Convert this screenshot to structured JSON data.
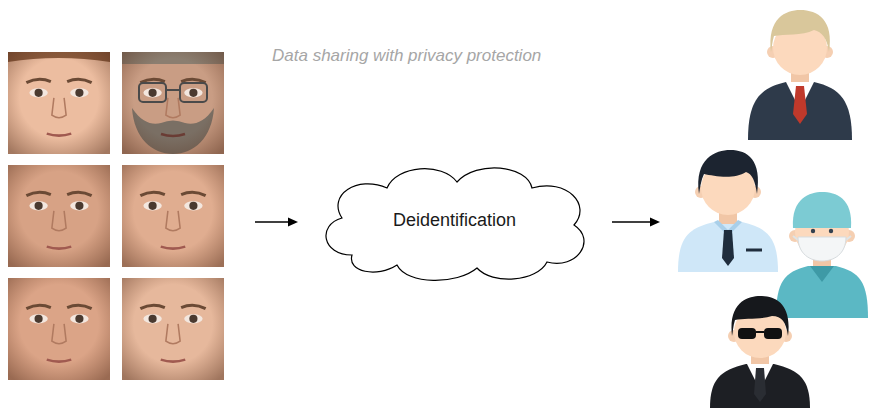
{
  "diagram": {
    "nodes": [
      {
        "text": [
          "Data sharing with privacy protection"
        ]
      },
      {
        "text": [
          "Deidentification"
        ],
        "in": 0
      }
    ]
  }
}
